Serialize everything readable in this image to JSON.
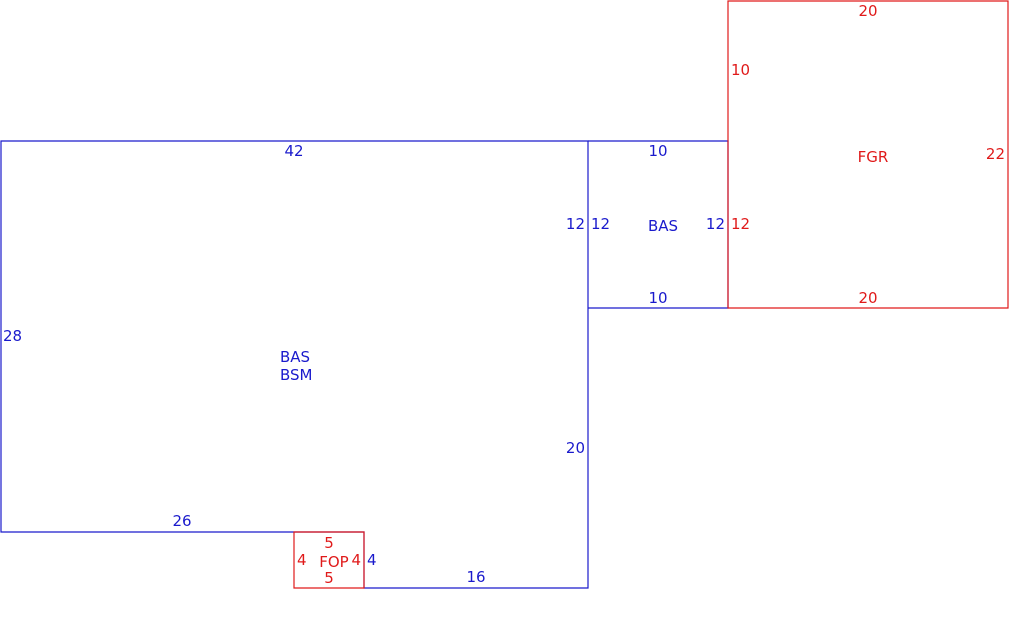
{
  "colors": {
    "living": "#1a1acc",
    "other": "#e01a1a",
    "background": "#ffffff"
  },
  "main_area": {
    "codes": [
      "BAS",
      "BSM"
    ],
    "dims": {
      "top": "42",
      "left": "28",
      "bottom_left": "26",
      "right_lower": "20",
      "right_upper": "12",
      "bottom_right": "16",
      "notch": "4"
    }
  },
  "bas_addition": {
    "code": "BAS",
    "dims": {
      "top": "10",
      "bottom": "10",
      "left": "12",
      "right": "12"
    }
  },
  "garage": {
    "code": "FGR",
    "dims": {
      "top": "20",
      "bottom": "20",
      "left_upper": "10",
      "left_lower": "12",
      "right": "22"
    }
  },
  "porch": {
    "code": "FOP",
    "dims": {
      "top": "5",
      "bottom": "5",
      "left": "4",
      "right": "4"
    }
  }
}
